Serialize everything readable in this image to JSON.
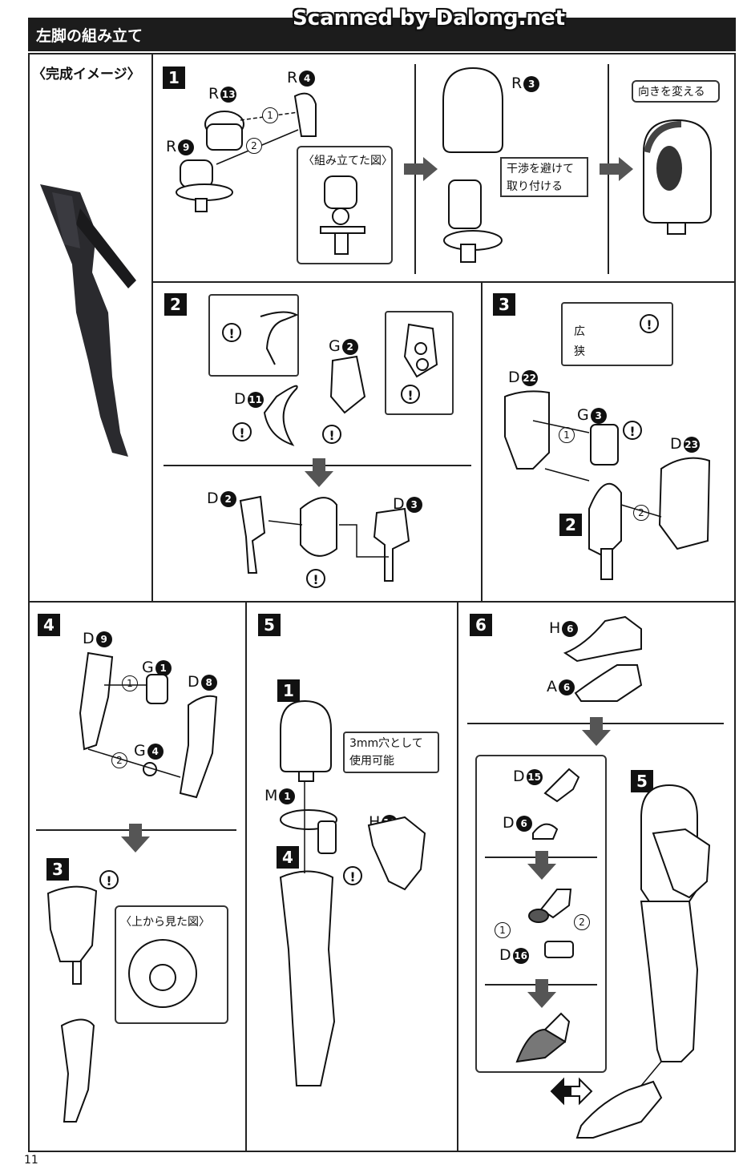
{
  "header": {
    "title": "左脚の組み立て"
  },
  "watermark": "Scanned by Dalong.net",
  "completed_image": {
    "label": "〈完成イメージ〉"
  },
  "step1": {
    "num": "1",
    "parts": {
      "r13": "R",
      "r13n": "13",
      "r4": "R",
      "r4n": "4",
      "r9": "R",
      "r9n": "9",
      "r3": "R",
      "r3n": "3"
    },
    "order1": "1",
    "order2": "2",
    "assembled_caption": "〈組み立てた図〉",
    "note_interference": "干渉を避けて\n取り付ける",
    "note_turn": "向きを変える"
  },
  "step2": {
    "num": "2",
    "parts": {
      "d11": "D",
      "d11n": "11",
      "g2": "G",
      "g2n": "2",
      "d2": "D",
      "d2n": "2",
      "d3": "D",
      "d3n": "3"
    },
    "excl": "!"
  },
  "step3": {
    "num": "3",
    "parts": {
      "d22": "D",
      "d22n": "22",
      "g3": "G",
      "g3n": "3",
      "d23": "D",
      "d23n": "23"
    },
    "wide": "広",
    "narrow": "狭",
    "order1": "1",
    "order2": "2",
    "sub2": "2"
  },
  "step4": {
    "num": "4",
    "parts": {
      "d9": "D",
      "d9n": "9",
      "g1": "G",
      "g1n": "1",
      "d8": "D",
      "d8n": "8",
      "g4": "G",
      "g4n": "4"
    },
    "order1": "1",
    "order2": "2",
    "sub3": "3",
    "top_view_caption": "〈上から見た図〉"
  },
  "step5": {
    "num": "5",
    "sub1": "1",
    "sub4": "4",
    "parts": {
      "m1": "M",
      "m1n": "1",
      "h10": "H",
      "h10n": "10"
    },
    "note_hole": "3mm穴として\n使用可能"
  },
  "step6": {
    "num": "6",
    "parts": {
      "h6": "H",
      "h6n": "6",
      "a6": "A",
      "a6n": "6",
      "d15": "D",
      "d15n": "15",
      "d6": "D",
      "d6n": "6",
      "d16": "D",
      "d16n": "16"
    },
    "order1": "1",
    "order2": "2",
    "sub5": "5"
  },
  "page_number": "11"
}
